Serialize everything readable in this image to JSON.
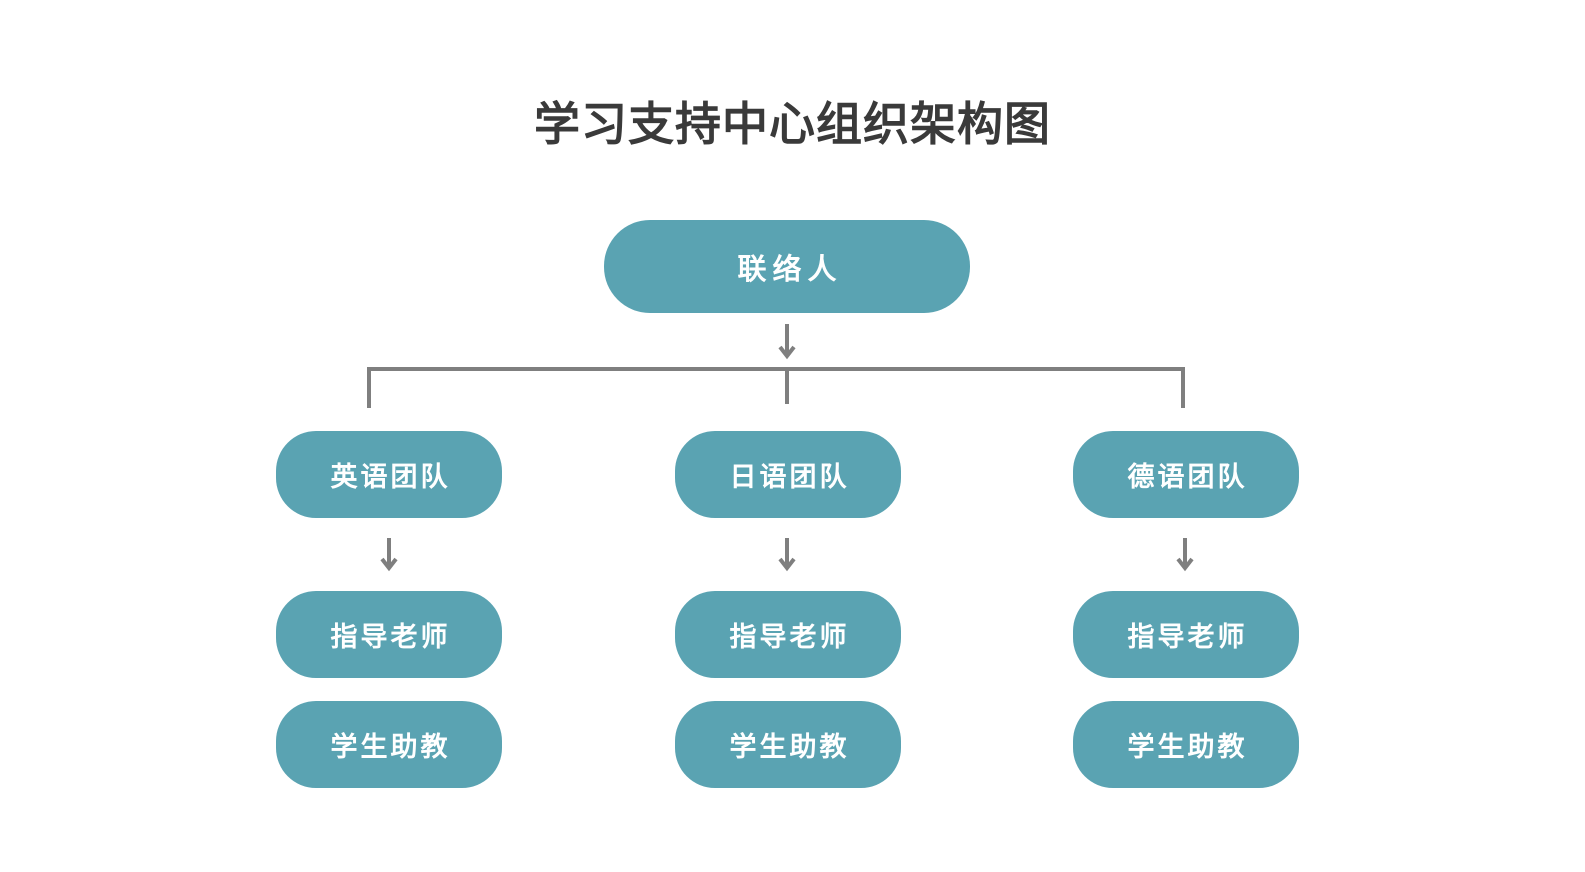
{
  "title": "学习支持中心组织架构图",
  "root": {
    "label": "联络人"
  },
  "teams": [
    {
      "label": "英语团队",
      "members": [
        "指导老师",
        "学生助教"
      ]
    },
    {
      "label": "日语团队",
      "members": [
        "指导老师",
        "学生助教"
      ]
    },
    {
      "label": "德语团队",
      "members": [
        "指导老师",
        "学生助教"
      ]
    }
  ],
  "colors": {
    "node_fill": "#5aa3b2",
    "node_text": "#ffffff",
    "connector": "#7f7f7f",
    "title_text": "#3a3a3a"
  }
}
